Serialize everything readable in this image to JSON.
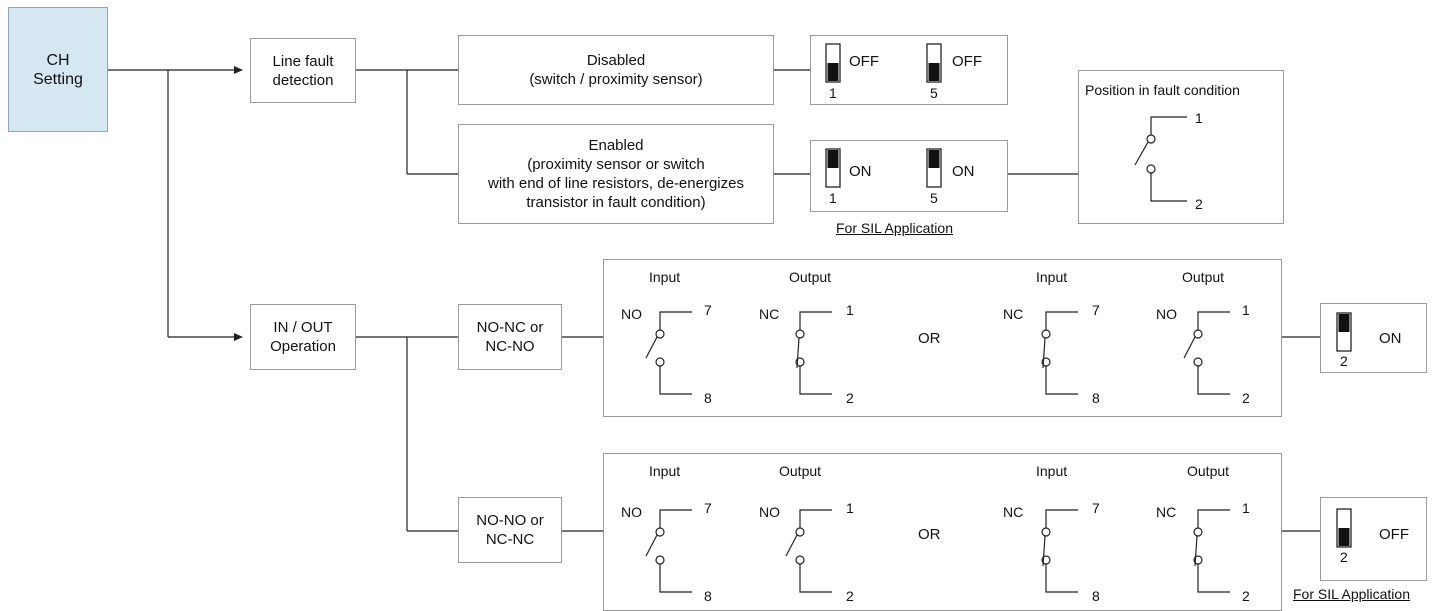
{
  "boxes": {
    "ch_setting": [
      "CH",
      "Setting"
    ],
    "line_fault": [
      "Line fault",
      "detection"
    ],
    "disabled": [
      "Disabled",
      "(switch / proximity sensor)"
    ],
    "enabled": [
      "Enabled",
      "(proximity sensor or switch",
      "with end of line resistors, de-energizes",
      "transistor in fault condition)"
    ],
    "in_out": [
      "IN / OUT",
      "Operation"
    ],
    "nonc": [
      "NO-NC or",
      "NC-NO"
    ],
    "nono": [
      "NO-NO or",
      "NC-NC"
    ]
  },
  "dip_switches": {
    "disabled": {
      "left": {
        "num": "1",
        "state": "OFF"
      },
      "right": {
        "num": "5",
        "state": "OFF"
      }
    },
    "enabled": {
      "left": {
        "num": "1",
        "state": "ON"
      },
      "right": {
        "num": "5",
        "state": "ON"
      },
      "note": "For SIL Application"
    },
    "nonc": {
      "num": "2",
      "state": "ON"
    },
    "nono": {
      "num": "2",
      "state": "OFF",
      "note": "For SIL Application"
    }
  },
  "fault_position": {
    "title": "Position in fault condition",
    "top": "1",
    "bottom": "2"
  },
  "io_panels": {
    "nonc": {
      "headers": [
        "Input",
        "Output",
        "Input",
        "Output"
      ],
      "contacts": [
        {
          "type": "NO",
          "top": "7",
          "bottom": "8"
        },
        {
          "type": "NC",
          "top": "1",
          "bottom": "2"
        },
        {
          "type": "NC",
          "top": "7",
          "bottom": "8"
        },
        {
          "type": "NO",
          "top": "1",
          "bottom": "2"
        }
      ],
      "or": "OR"
    },
    "nono": {
      "headers": [
        "Input",
        "Output",
        "Input",
        "Output"
      ],
      "contacts": [
        {
          "type": "NO",
          "top": "7",
          "bottom": "8"
        },
        {
          "type": "NO",
          "top": "1",
          "bottom": "2"
        },
        {
          "type": "NC",
          "top": "7",
          "bottom": "8"
        },
        {
          "type": "NC",
          "top": "1",
          "bottom": "2"
        }
      ],
      "or": "OR"
    }
  }
}
